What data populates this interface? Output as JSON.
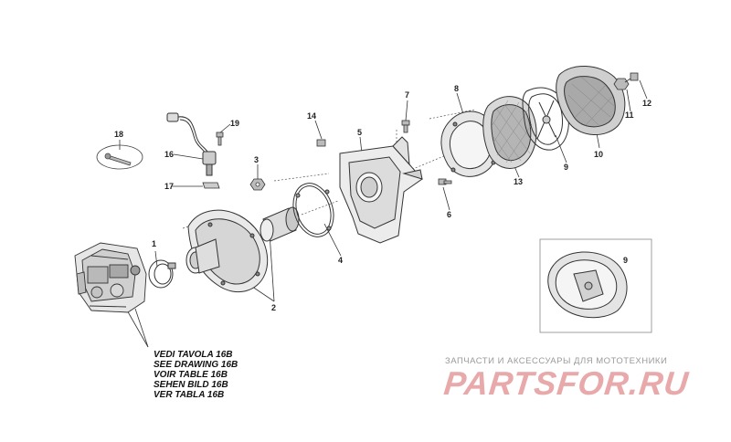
{
  "callouts": {
    "c1": "1",
    "c2": "2",
    "c3": "3",
    "c4": "4",
    "c5": "5",
    "c6": "6",
    "c7": "7",
    "c8": "8",
    "c9": "9",
    "c9b": "9",
    "c10": "10",
    "c11": "11",
    "c12": "12",
    "c13": "13",
    "c14": "14",
    "c16": "16",
    "c17": "17",
    "c18": "18",
    "c19": "19"
  },
  "reference": {
    "line1": "VEDI TAVOLA 16B",
    "line2": "SEE DRAWING 16B",
    "line3": "VOIR TABLE 16B",
    "line4": "SEHEN BILD 16B",
    "line5": "VER TABLA 16B"
  },
  "watermark": {
    "tagline": "ЗАПЧАСТИ И АКСЕССУАРЫ ДЛЯ МОТОТЕХНИКИ",
    "logo": "PARTSFOR.RU"
  },
  "colors": {
    "line": "#333333",
    "watermark": "#e8a9ab"
  }
}
